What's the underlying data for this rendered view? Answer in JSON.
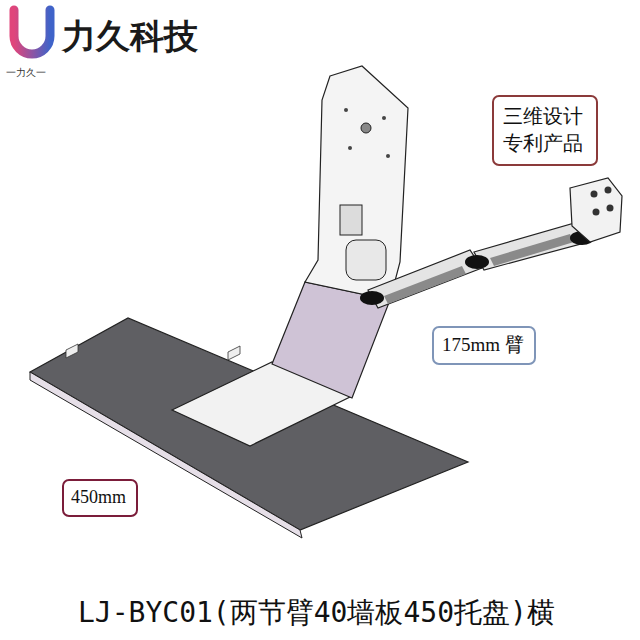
{
  "diagram": {
    "caption": "LJ-BYC01(两节臂40墙板450托盘)横",
    "nodes": [
      {
        "text": [
          "三维设计 专利产品"
        ]
      },
      {
        "text": [
          "175mm 臂"
        ]
      },
      {
        "text": [
          "450mm"
        ]
      }
    ],
    "labels": [
      "力久科技",
      "一力久一"
    ]
  }
}
